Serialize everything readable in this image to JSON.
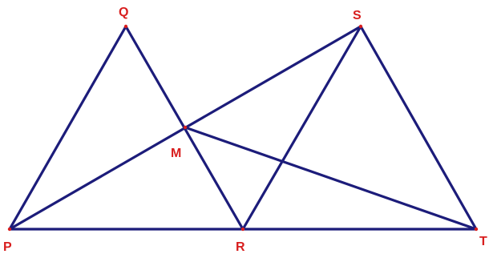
{
  "diagram": {
    "colors": {
      "line": "#1c1c7a",
      "label": "#d81e1e"
    },
    "points": [
      {
        "id": "P",
        "label": "P"
      },
      {
        "id": "Q",
        "label": "Q"
      },
      {
        "id": "R",
        "label": "R"
      },
      {
        "id": "S",
        "label": "S"
      },
      {
        "id": "M",
        "label": "M"
      },
      {
        "id": "T",
        "label": "T"
      }
    ],
    "segments": [
      [
        "P",
        "Q"
      ],
      [
        "Q",
        "R"
      ],
      [
        "P",
        "T"
      ],
      [
        "P",
        "S"
      ],
      [
        "R",
        "S"
      ],
      [
        "S",
        "T"
      ],
      [
        "M",
        "T"
      ]
    ]
  }
}
